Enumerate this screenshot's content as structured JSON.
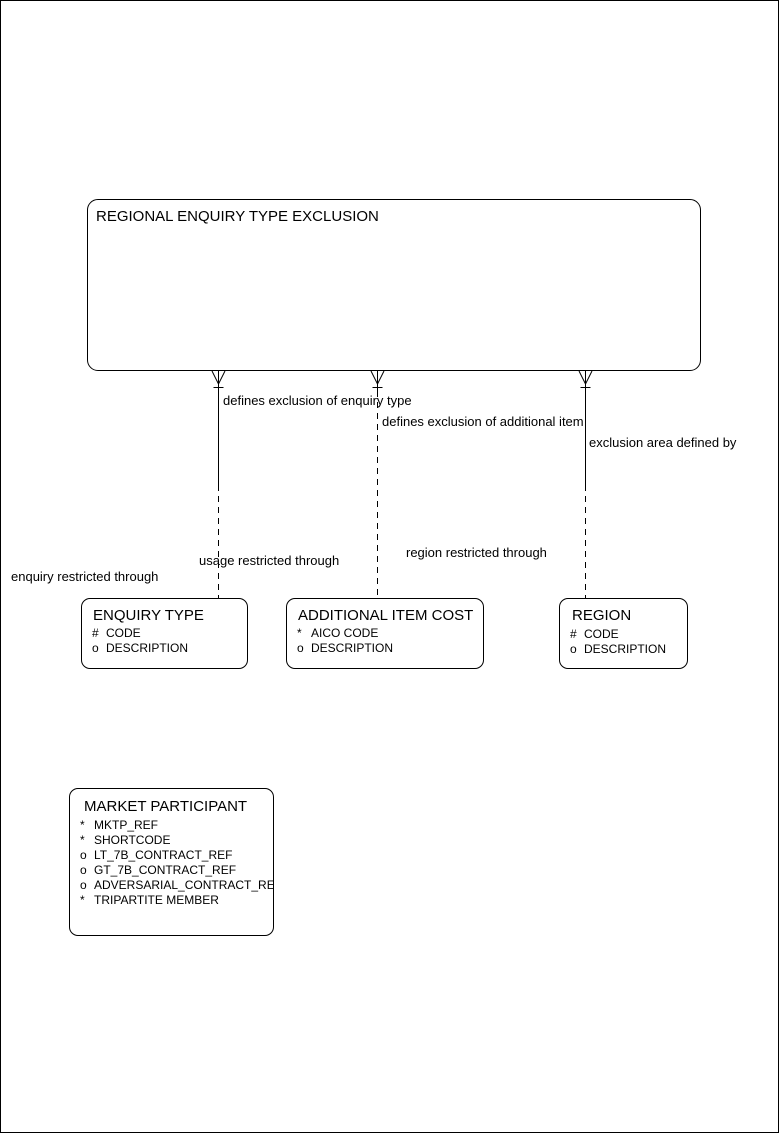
{
  "page": {
    "background": "#ffffff",
    "border_color": "#000000",
    "line_color": "#000000",
    "text_color": "#000000"
  },
  "diagram": {
    "type": "entity-relationship",
    "notation": "barker-crow-foot",
    "root_entity": {
      "title": "REGIONAL ENQUIRY TYPE EXCLUSION"
    },
    "relationships": [
      {
        "to_entity": "ENQUIRY TYPE",
        "near_label": "defines exclusion of enquiry type",
        "far_label": "enquiry restricted through",
        "crow_foot_end": "top",
        "top_half": "solid",
        "bottom_half": "dashed"
      },
      {
        "to_entity": "ADDITIONAL ITEM COST",
        "near_label": "defines exclusion of additional item",
        "far_label": "usage restricted through",
        "crow_foot_end": "top",
        "top_half": "dashed",
        "bottom_half": "dashed"
      },
      {
        "to_entity": "REGION",
        "near_label": "exclusion area defined by",
        "far_label": "region restricted through",
        "crow_foot_end": "top",
        "top_half": "solid",
        "bottom_half": "dashed"
      }
    ],
    "entities": [
      {
        "title": "ENQUIRY TYPE",
        "attributes": [
          {
            "marker": "#",
            "name": "CODE"
          },
          {
            "marker": "o",
            "name": "DESCRIPTION"
          }
        ]
      },
      {
        "title": "ADDITIONAL ITEM COST",
        "attributes": [
          {
            "marker": "*",
            "name": "AICO CODE"
          },
          {
            "marker": "o",
            "name": "DESCRIPTION"
          }
        ]
      },
      {
        "title": "REGION",
        "attributes": [
          {
            "marker": "#",
            "name": "CODE"
          },
          {
            "marker": "o",
            "name": "DESCRIPTION"
          }
        ]
      },
      {
        "title": "MARKET PARTICIPANT",
        "attributes": [
          {
            "marker": "*",
            "name": "MKTP_REF"
          },
          {
            "marker": "*",
            "name": "SHORTCODE"
          },
          {
            "marker": "o",
            "name": "LT_7B_CONTRACT_REF"
          },
          {
            "marker": "o",
            "name": "GT_7B_CONTRACT_REF"
          },
          {
            "marker": "o",
            "name": "ADVERSARIAL_CONTRACT_REF"
          },
          {
            "marker": "*",
            "name": "TRIPARTITE MEMBER"
          }
        ]
      }
    ]
  }
}
